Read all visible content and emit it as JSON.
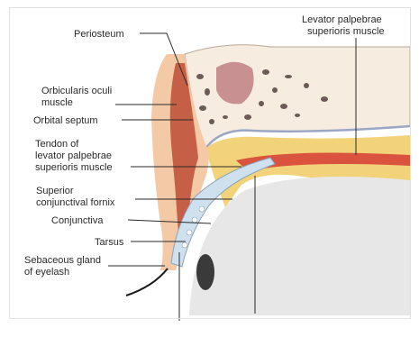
{
  "diagram": {
    "labels": {
      "periosteum": "Periosteum",
      "levator_line1": "Levator palpebrae",
      "levator_line2": "superioris muscle",
      "orbicularis_line1": "Orbicularis oculi",
      "orbicularis_line2": "muscle",
      "orbital_septum": "Orbital septum",
      "tendon_line1": "Tendon of",
      "tendon_line2": "levator palpebrae",
      "tendon_line3": "superioris muscle",
      "fornix_line1": "Superior",
      "fornix_line2": "conjunctival fornix",
      "conjunctiva": "Conjunctiva",
      "tarsus": "Tarsus",
      "sebaceous_line1": "Sebaceous gland",
      "sebaceous_line2": "of eyelash"
    },
    "colors": {
      "fat": "#f2d37a",
      "skin": "#f4c9a6",
      "muscle": "#d9533f",
      "orbicularis": "#c0533b",
      "bone": "#f6ece0",
      "bone_pore": "#6b5a55",
      "sinus": "#c89090",
      "tarsus": "#cfe1ee",
      "eyeball": "#e7e7e7",
      "line": "#2a2a2a"
    }
  }
}
